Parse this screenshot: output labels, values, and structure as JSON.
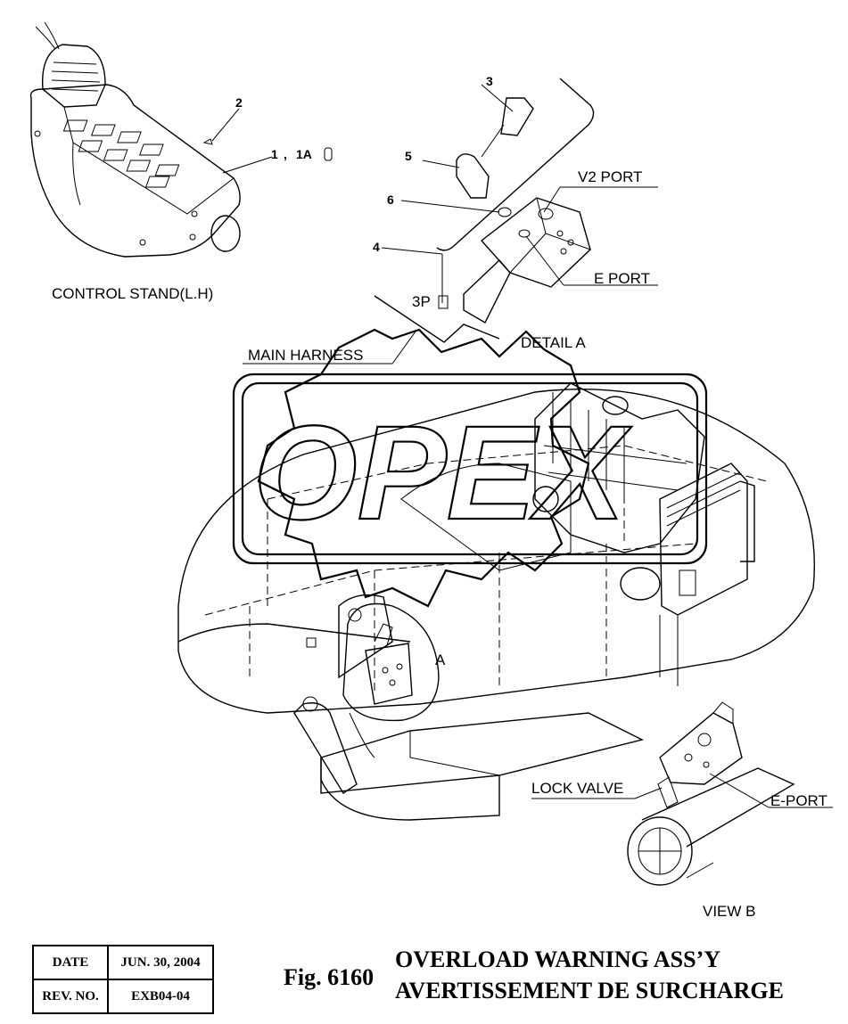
{
  "callouts": {
    "n1": "1",
    "n1_sep": ",",
    "n1a": "1A",
    "n2": "2",
    "n3": "3",
    "n4": "4",
    "n5": "5",
    "n6": "6"
  },
  "labels": {
    "control_stand": "CONTROL STAND(L.H)",
    "v2_port": "V2 PORT",
    "e_port": "E PORT",
    "connector": "3P",
    "main_harness": "MAIN HARNESS",
    "detail_a": "DETAIL  A",
    "point_a": "A",
    "lock_valve": "LOCK VALVE",
    "e_port_b": "E-PORT",
    "view_b": "VIEW  B"
  },
  "watermark": "OPEX",
  "title_block": {
    "date_label": "DATE",
    "date_value": "JUN. 30, 2004",
    "rev_label": "REV. NO.",
    "rev_value": "EXB04-04"
  },
  "figure": {
    "number": "Fig. 6160",
    "title_en": "OVERLOAD WARNING ASS’Y",
    "title_fr": "AVERTISSEMENT DE SURCHARGE"
  }
}
